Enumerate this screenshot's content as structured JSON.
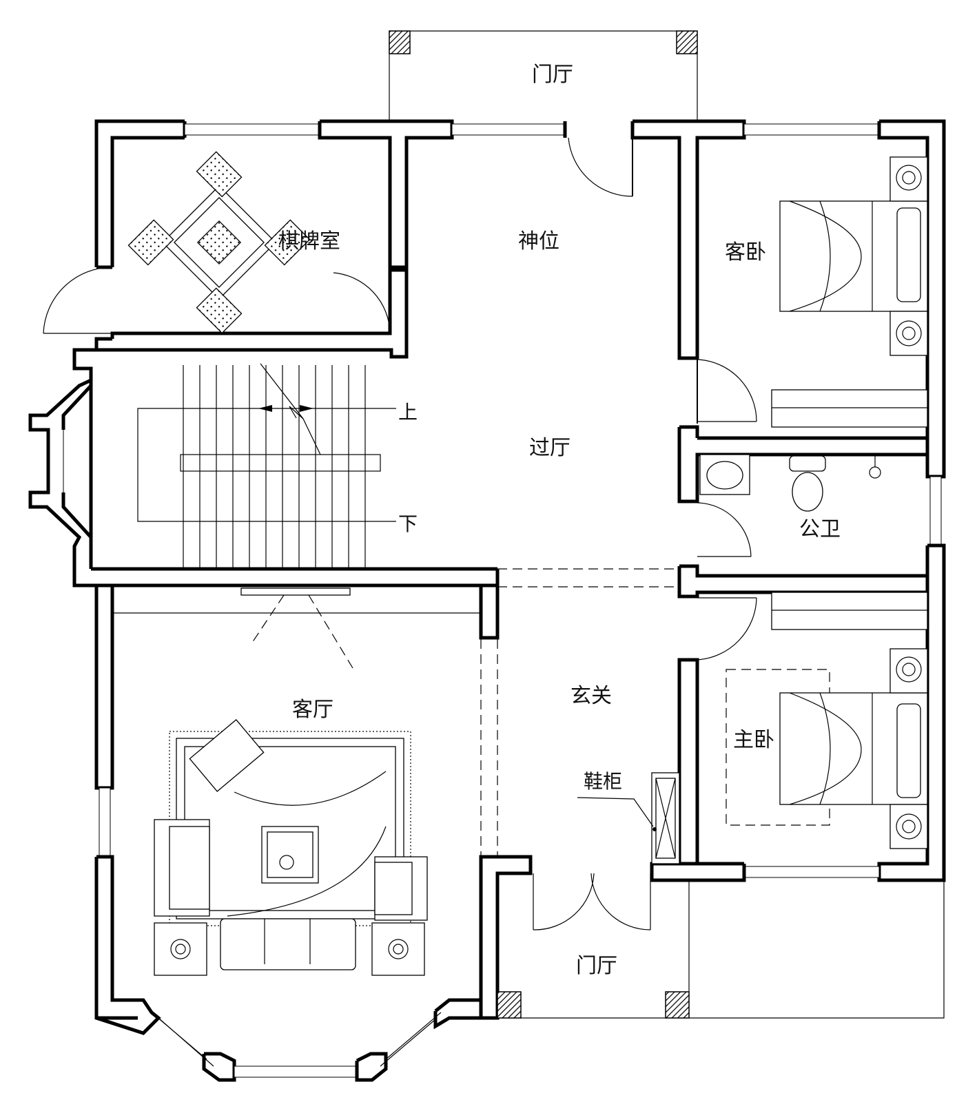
{
  "plan": {
    "rooms": {
      "entrance_hall_top": "门厅",
      "mahjong_room": "棋牌室",
      "shrine": "神位",
      "guest_bedroom": "客卧",
      "corridor": "过厅",
      "public_bathroom": "公卫",
      "foyer": "玄关",
      "master_bedroom": "主卧",
      "living_room": "客厅",
      "entrance_hall_bottom": "门厅"
    },
    "labels": {
      "shoe_cabinet": "鞋柜",
      "stair_up": "上",
      "stair_down": "下"
    }
  }
}
